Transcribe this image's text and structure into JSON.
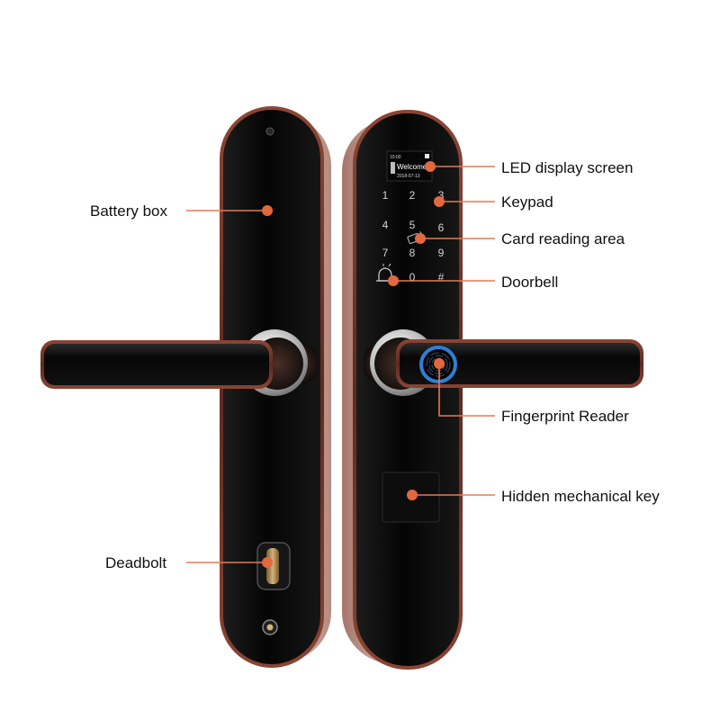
{
  "callouts": {
    "battery_box": "Battery box",
    "deadbolt": "Deadbolt",
    "led_display": "LED display screen",
    "keypad": "Keypad",
    "card_reading": "Card reading area",
    "doorbell": "Doorbell",
    "fingerprint": "Fingerprint Reader",
    "hidden_key": "Hidden mechanical key"
  },
  "screen": {
    "time": "10:00",
    "greeting": "Welcome",
    "date": "2018-07-13"
  },
  "keypad": {
    "keys": [
      "1",
      "2",
      "3",
      "4",
      "5",
      "6",
      "7",
      "8",
      "9",
      "0",
      "#"
    ],
    "icons": [
      "card-icon",
      "bell-icon"
    ]
  },
  "colors": {
    "accent": "#e2683e",
    "accent_line": "#e27a57",
    "panel": "#080808",
    "trim": "#6e3325",
    "fingerprint_ring": "#2f7fd6"
  }
}
